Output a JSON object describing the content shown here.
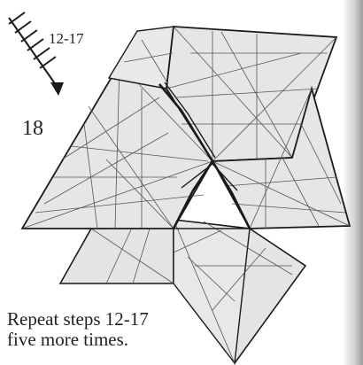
{
  "repeat_marker": {
    "icon": "repeat-arrow-icon",
    "steps_label": "12-17"
  },
  "step_number": "18",
  "caption": {
    "line1": "Repeat steps 12-17",
    "line2": "five more times."
  },
  "colors": {
    "paper": "#e6e6e6",
    "outline": "#1a1a1a",
    "crease": "#555555"
  }
}
